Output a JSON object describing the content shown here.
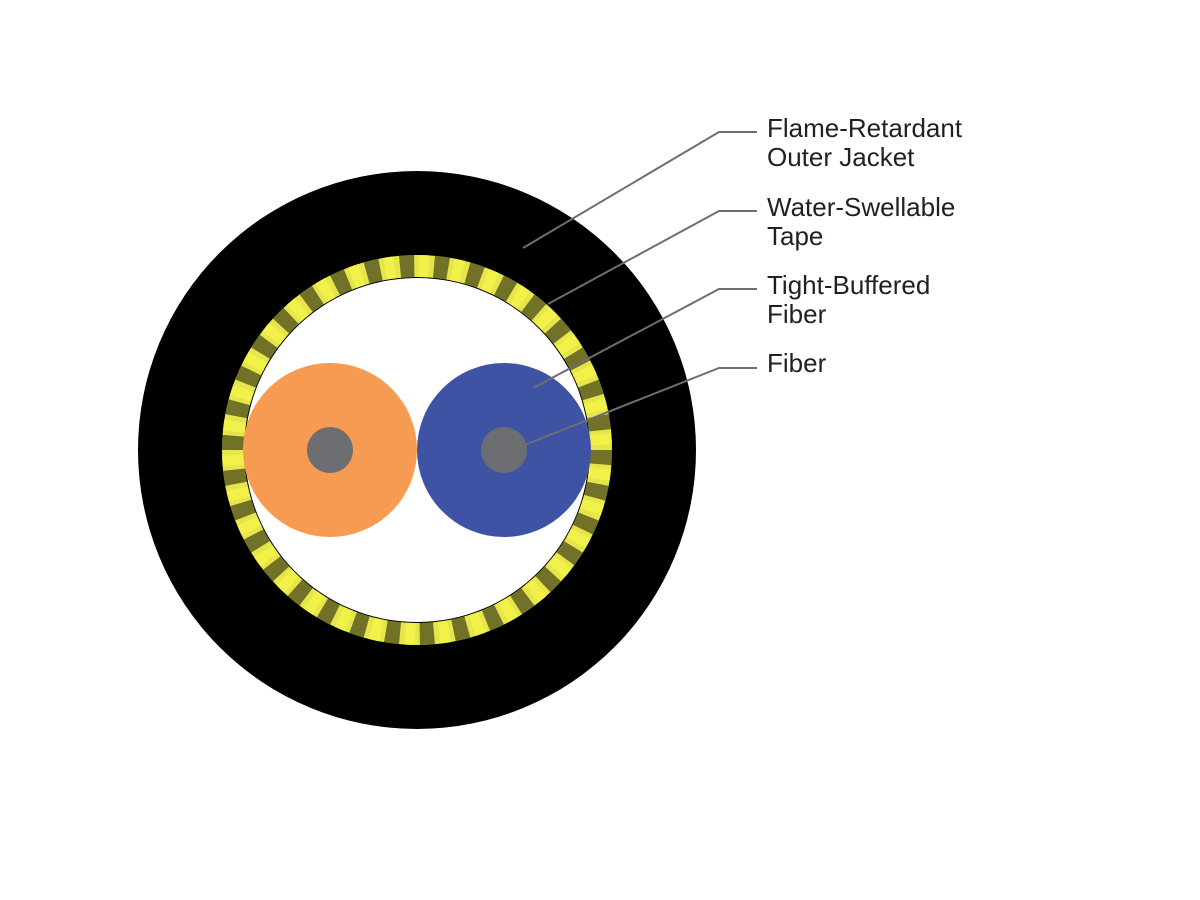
{
  "colors": {
    "jacket": "#000000",
    "tape_light": "#f2f24a",
    "tape_dark": "#4a4a1e",
    "interior": "#ffffff",
    "fiber_orange": "#f79a52",
    "fiber_blue": "#3e53a4",
    "fiber_core": "#6d6e71",
    "leader_line": "#6d6e71",
    "label_text": "#231f20"
  },
  "callouts": [
    {
      "id": "jacket",
      "line1": "Flame-Retardant",
      "line2": "Outer Jacket"
    },
    {
      "id": "tape",
      "line1": "Water-Swellable",
      "line2": "Tape"
    },
    {
      "id": "buffer",
      "line1": "Tight-Buffered",
      "line2": "Fiber"
    },
    {
      "id": "fiber",
      "line1": "Fiber",
      "line2": ""
    }
  ]
}
